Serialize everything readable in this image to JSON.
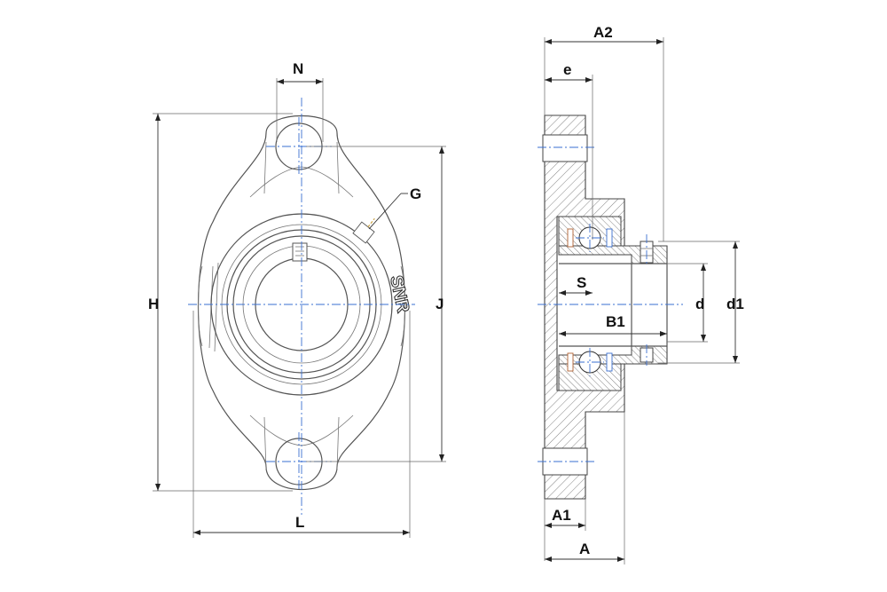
{
  "labels": {
    "N": "N",
    "G": "G",
    "H": "H",
    "J": "J",
    "L": "L",
    "A2": "A2",
    "e": "e",
    "S": "S",
    "B1": "B1",
    "d": "d",
    "d1": "d1",
    "A1": "A1",
    "A": "A"
  },
  "brand": "SNR",
  "colors": {
    "centerline": "#3a6fd0",
    "outline": "#555555",
    "hatch": "#444444",
    "accent": "#c8a040"
  }
}
